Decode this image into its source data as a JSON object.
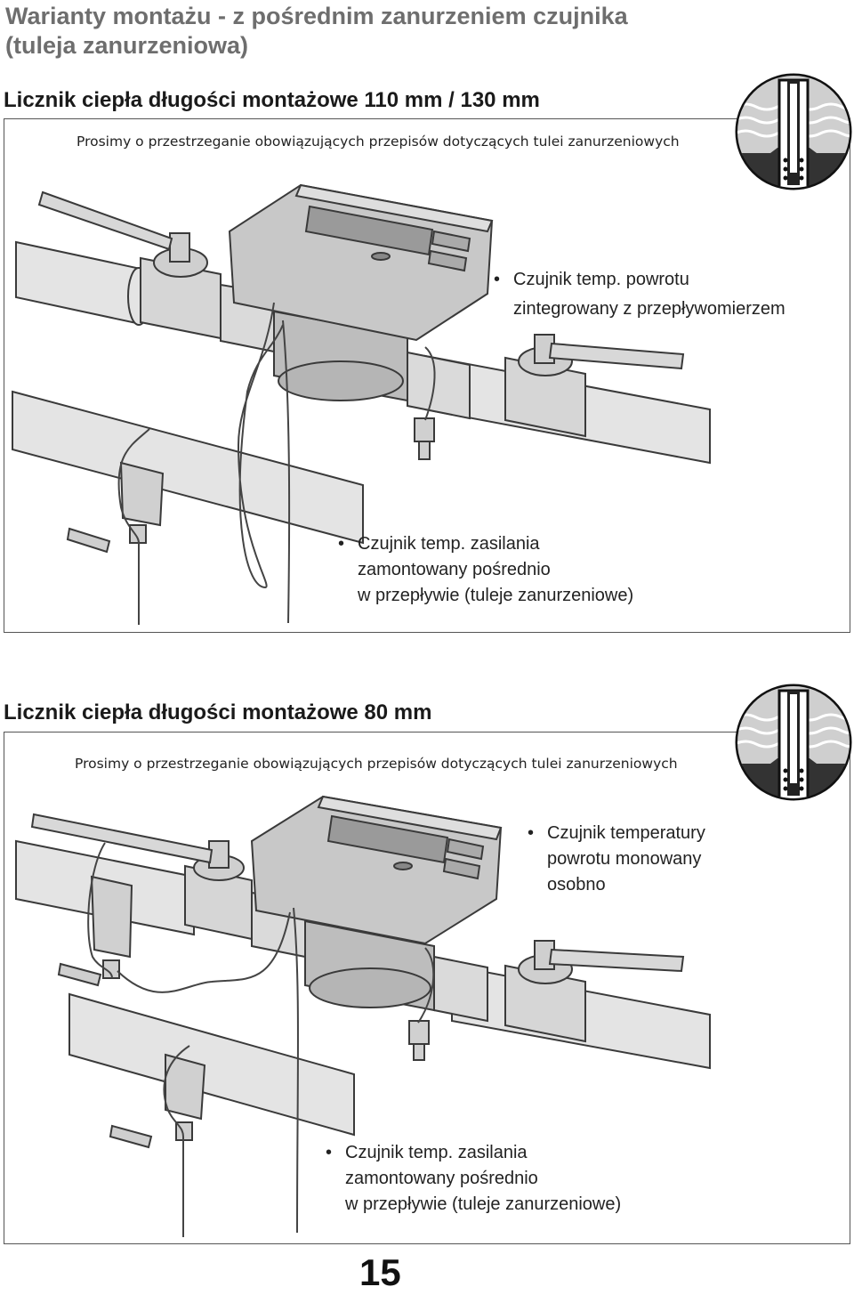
{
  "page": {
    "title": "Warianty montażu - z pośrednim zanurzeniem czujnika (tuleja zanurzeniowa)",
    "page_number": "15"
  },
  "section1": {
    "heading": "Licznik ciepła długości montażowe 110 mm / 130 mm",
    "notice": "Prosimy o przestrzeganie obowiązujących przepisów dotyczących tulei zanurzeniowych",
    "return_sensor": {
      "line1": "Czujnik temp. powrotu",
      "line2": "zintegrowany z przepływomierzem"
    },
    "supply_sensor": {
      "line1": "Czujnik temp. zasilania",
      "line2": "zamontowany pośrednio",
      "line3": "w przepływie (tuleje zanurzeniowe)"
    }
  },
  "section2": {
    "heading": "Licznik ciepła długości montażowe 80 mm",
    "notice": "Prosimy o przestrzeganie obowiązujących przepisów dotyczących tulei zanurzeniowych",
    "return_sensor": {
      "line1": "Czujnik temperatury",
      "line2": "powrotu monowany",
      "line3": "osobno"
    },
    "supply_sensor": {
      "line1": "Czujnik temp. zasilania",
      "line2": "zamontowany pośrednio",
      "line3": "w przepływie (tuleje zanurzeniowe)"
    }
  },
  "colors": {
    "pipe": "#e4e4e4",
    "outline": "#3a3a3a",
    "meter_body": "#c8c8c8",
    "display": "#9a9a9a"
  }
}
